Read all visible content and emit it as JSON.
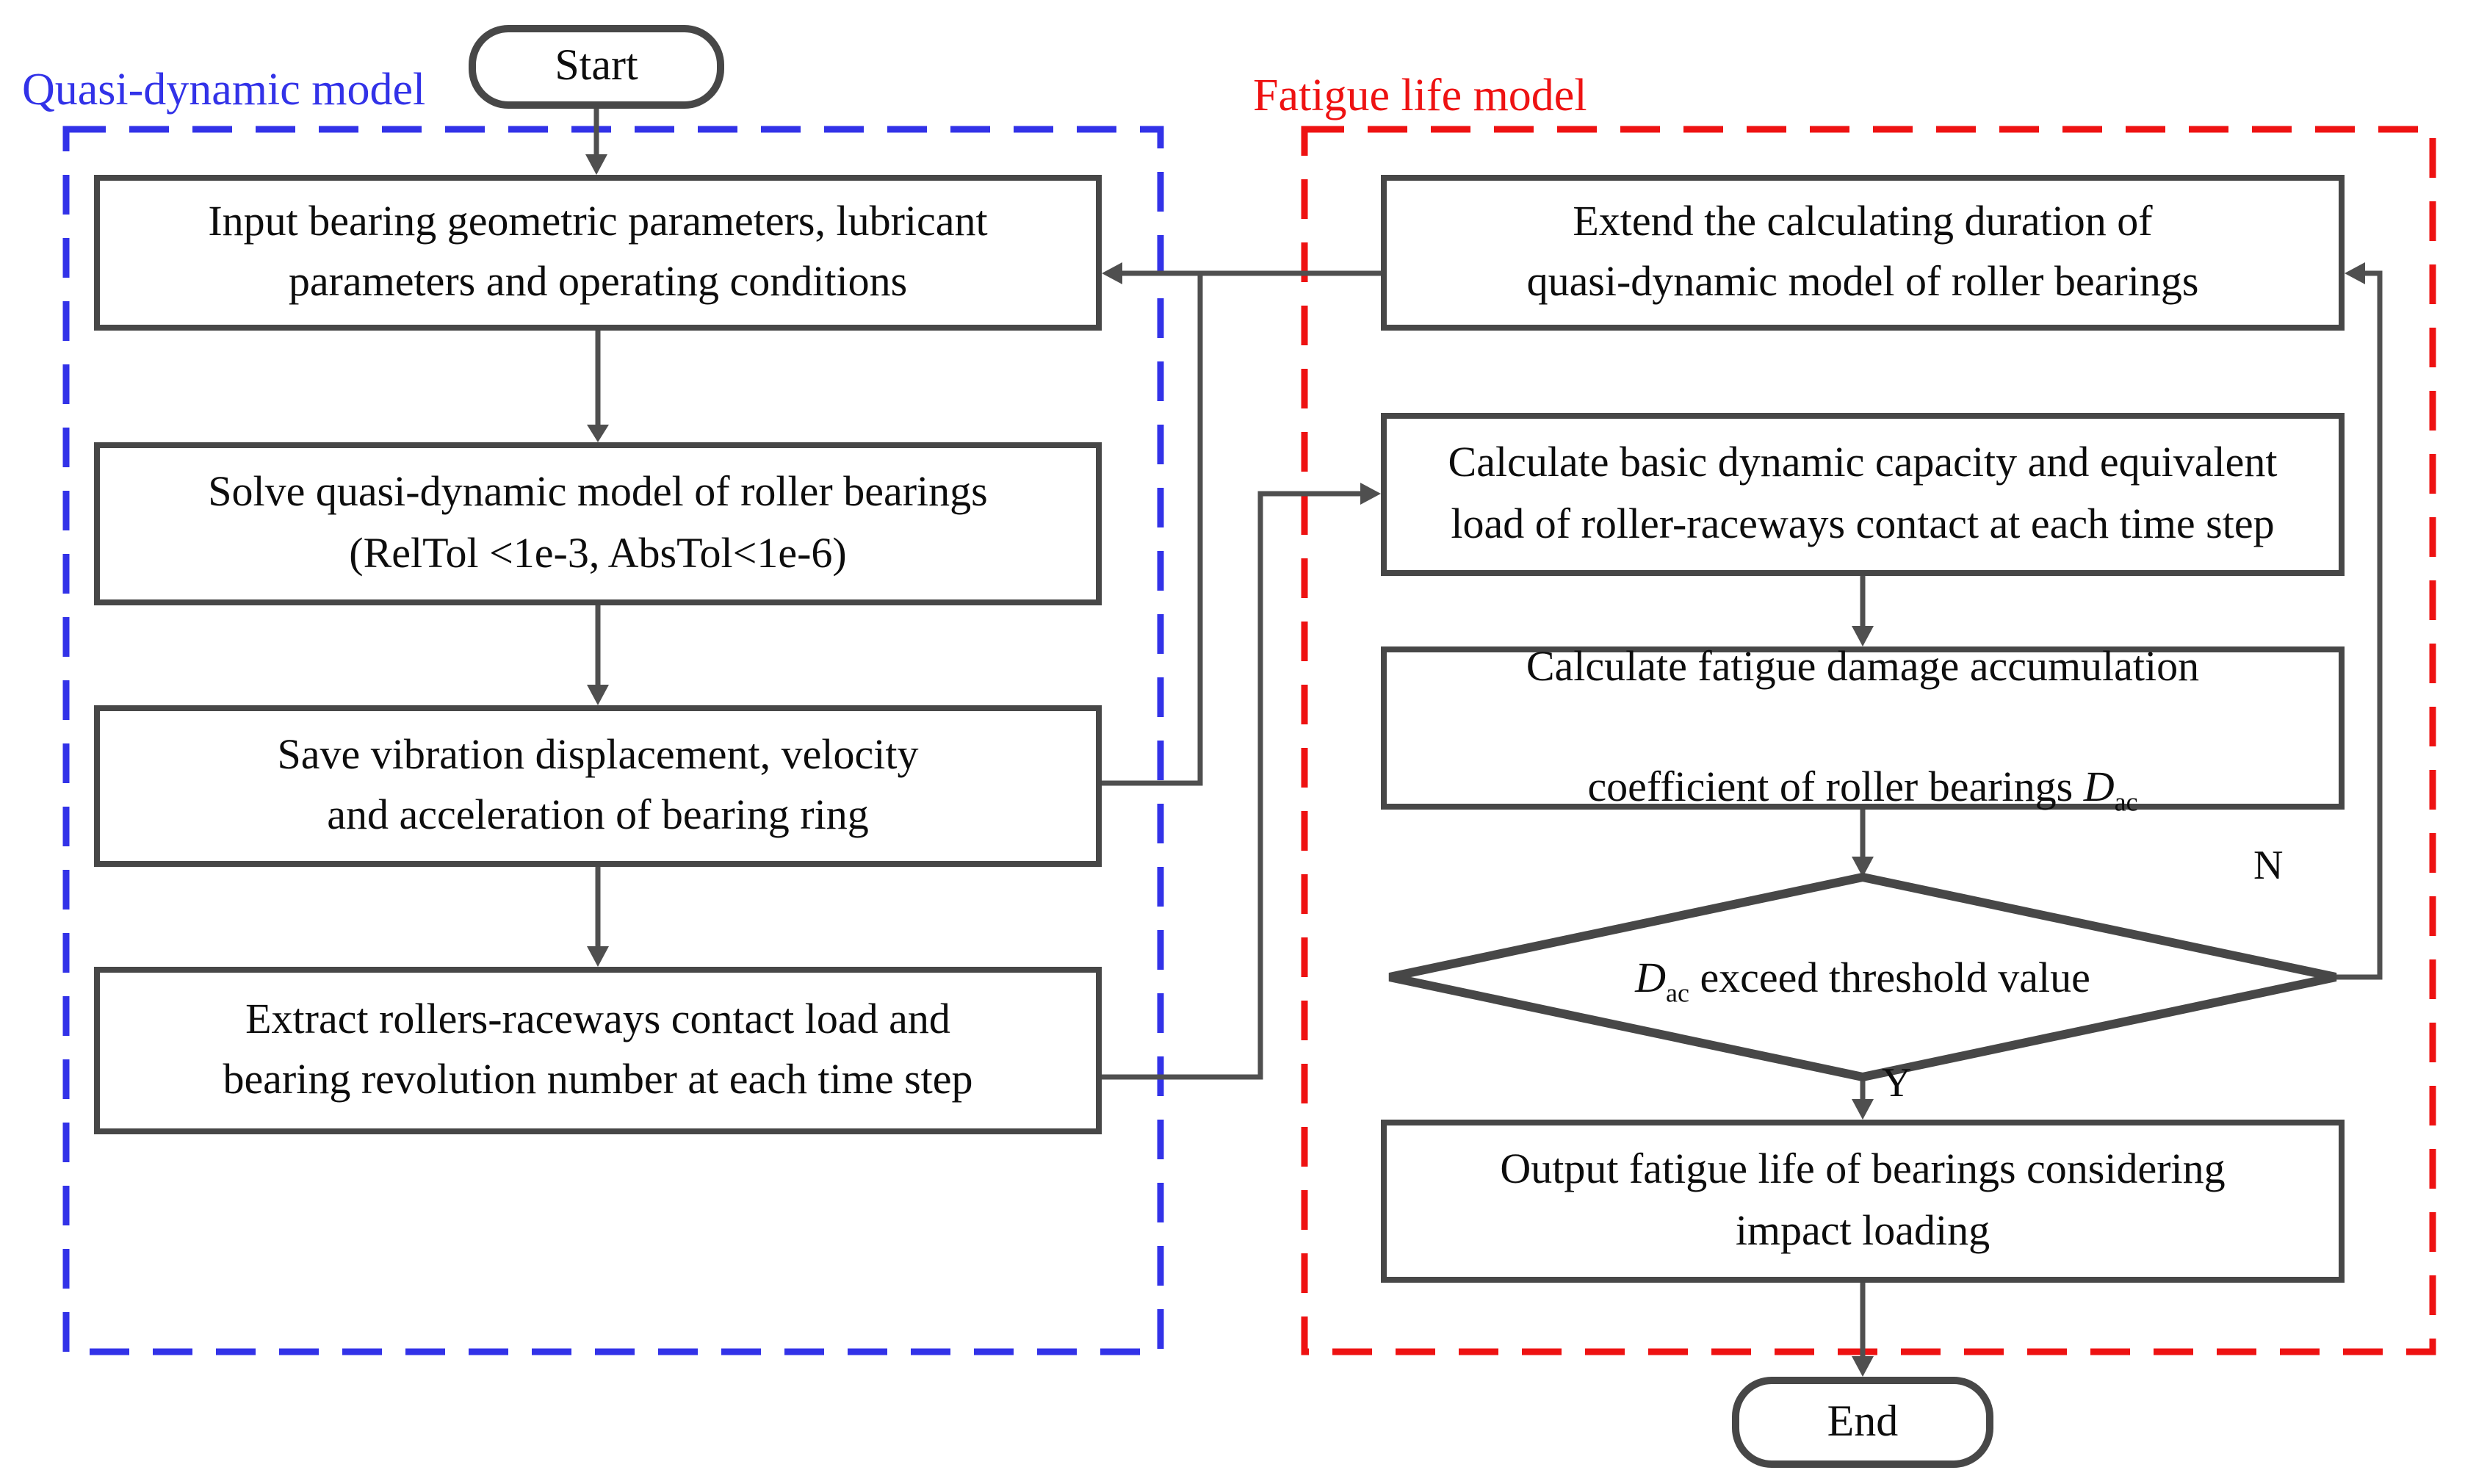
{
  "figure": {
    "type": "flowchart"
  },
  "colors": {
    "box_border": "#474747",
    "connector": "#4f4f4f",
    "blue_accent": "#3232e8",
    "red_accent": "#ee1212",
    "text": "#0d0d0d"
  },
  "regions": {
    "quasi_dynamic": {
      "label": "Quasi-dynamic model"
    },
    "fatigue_life": {
      "label": "Fatigue life model"
    }
  },
  "nodes": {
    "start": {
      "label": "Start"
    },
    "input": {
      "text": "Input bearing geometric parameters, lubricant\nparameters and operating conditions"
    },
    "solve": {
      "text": "Solve quasi-dynamic model of roller bearings\n(RelTol <1e-3, AbsTol<1e-6)"
    },
    "save": {
      "text": "Save vibration displacement,  velocity\nand  acceleration of bearing ring"
    },
    "extract": {
      "text": "Extract  rollers-raceways contact load and\nbearing revolution number at each time step"
    },
    "extend": {
      "text": "Extend the calculating duration of\nquasi-dynamic model of roller bearings"
    },
    "calc_basic": {
      "text": "Calculate basic dynamic capacity and equivalent\nload of roller-raceways contact at each time step"
    },
    "calc_fatigue": {
      "line1": "Calculate fatigue damage accumulation",
      "line2_prefix": "coefficient of roller bearings ",
      "symbol": "D",
      "symbol_sub": "ac"
    },
    "decision": {
      "symbol": "D",
      "symbol_sub": "ac",
      "suffix": " exceed threshold value"
    },
    "output": {
      "text": "Output fatigue life of bearings considering\nimpact loading"
    },
    "end": {
      "label": "End"
    }
  },
  "edges": {
    "decision_no": "N",
    "decision_yes": "Y"
  }
}
